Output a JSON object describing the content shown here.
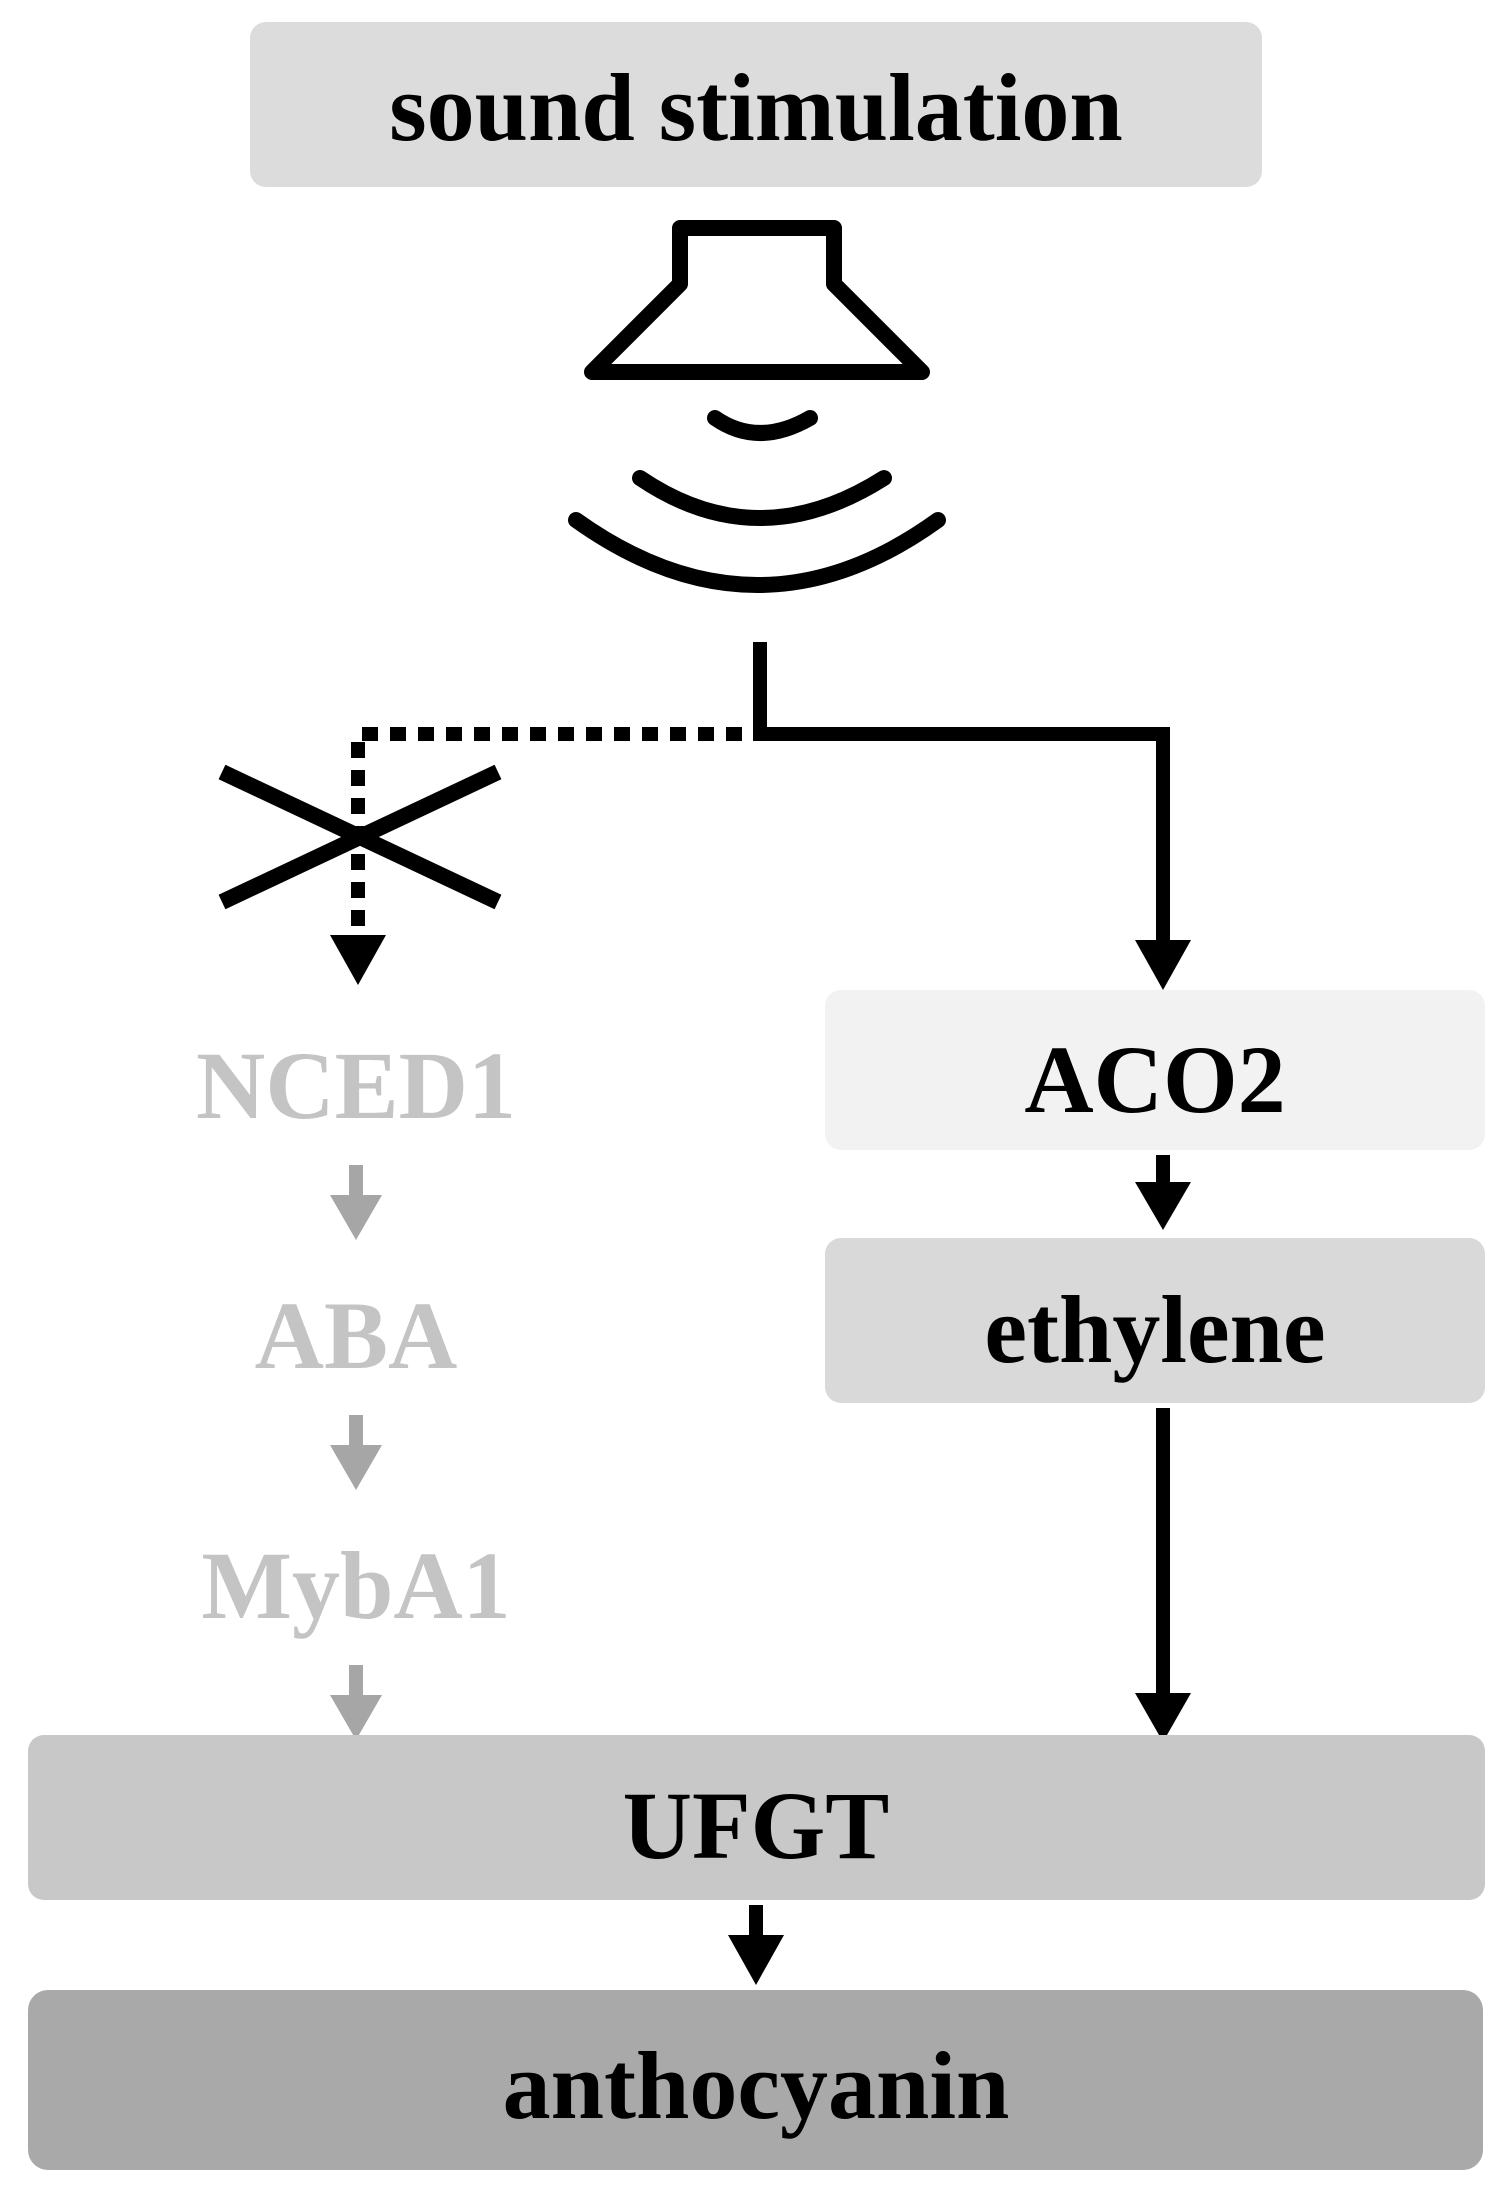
{
  "nodes": {
    "sound": "sound stimulation",
    "nced1": "NCED1",
    "aba": "ABA",
    "myba1": "MybA1",
    "aco2": "ACO2",
    "ethylene": "ethylene",
    "ufgt": "UFGT",
    "anthocyanin": "anthocyanin"
  },
  "icons": {
    "speaker": "speaker-icon",
    "sound_waves": "sound-waves-icon",
    "blocked": "cross-mark-icon"
  },
  "colors": {
    "sound_box": "#dcdcdc",
    "aco2_box": "#f2f2f2",
    "ethylene_box": "#d9d9d9",
    "ufgt_box": "#c8c8c8",
    "anthocyanin_box": "#a9a9a9",
    "inactive_text": "#c4c4c4",
    "inactive_arrow": "#a6a6a6",
    "active": "#000000"
  }
}
